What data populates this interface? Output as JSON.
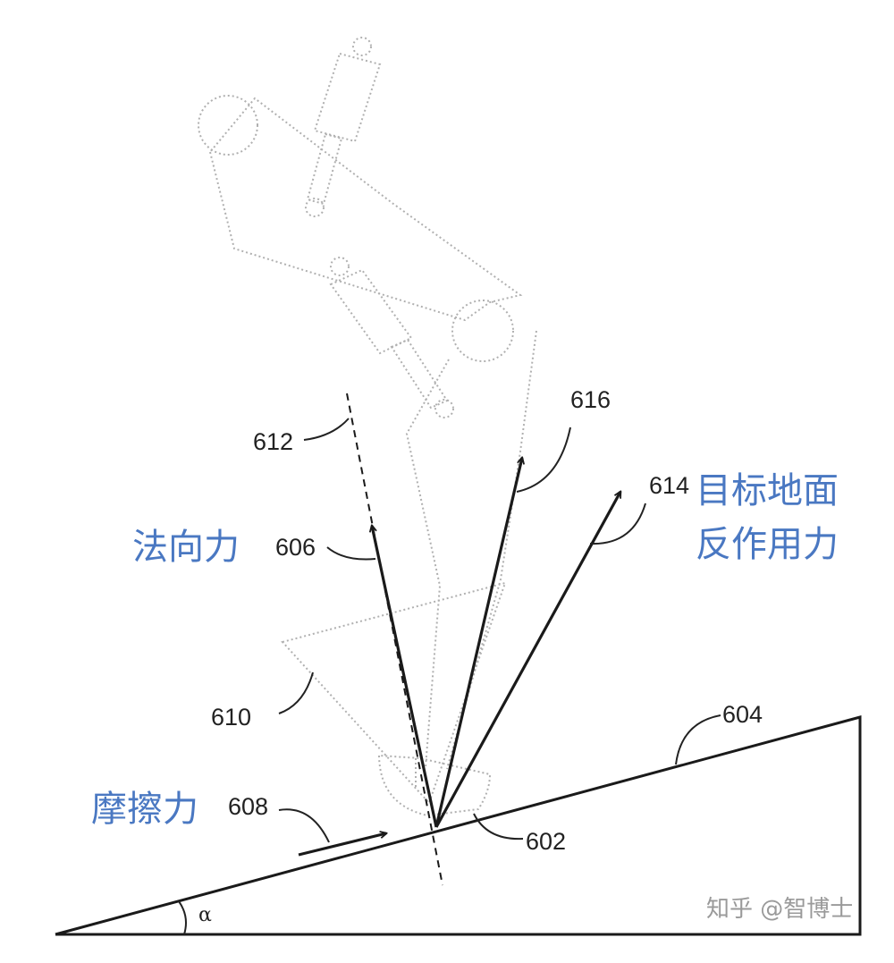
{
  "labels": {
    "normal_force": "法向力",
    "ground_reaction_line1": "目标地面",
    "ground_reaction_line2": "反作用力",
    "friction": "摩擦力"
  },
  "refs": {
    "r602": "602",
    "r604": "604",
    "r606": "606",
    "r608": "608",
    "r610": "610",
    "r612": "612",
    "r614": "614",
    "r616": "616"
  },
  "angle_symbol": "α",
  "watermark": {
    "text": "知乎 @智博士"
  },
  "colors": {
    "annotation_blue": "#4a78c2",
    "line_black": "#1a1a1a",
    "ghost_gray": "#b0b0b0"
  }
}
